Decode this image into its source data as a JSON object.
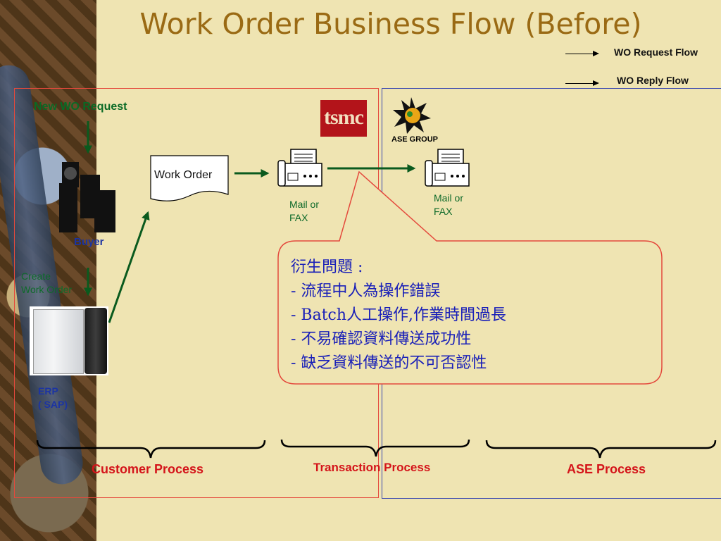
{
  "title": "Work Order Business Flow (Before)",
  "legend": {
    "request": "WO Request Flow",
    "reply": "WO Reply Flow"
  },
  "labels": {
    "new_wo_request": "New WO Request",
    "buyer": "Buyer",
    "create_work_order": [
      "Create",
      "Work Order"
    ],
    "erp": [
      "ERP",
      "( SAP)"
    ],
    "work_order": "Work Order",
    "mail_fax_1": [
      "Mail or",
      "FAX"
    ],
    "mail_fax_2": [
      "Mail or",
      "FAX"
    ],
    "tsmc": "tsmc",
    "ase_group": "ASE GROUP"
  },
  "callout": {
    "heading": "衍生問題 :",
    "items": [
      "- 流程中人為操作錯誤",
      "- Batch人工操作,作業時間過長",
      "- 不易確認資料傳送成功性",
      "- 缺乏資料傳送的不可否認性"
    ]
  },
  "processes": {
    "customer": "Customer Process",
    "transaction": "Transaction Process",
    "ase": "ASE Process"
  },
  "colors": {
    "background": "#efe4b2",
    "title": "#9a6a14",
    "arrow_green": "#0a5a1e",
    "customer_box": "#e4493c",
    "ase_box": "#3b48b0",
    "callout_border": "#e4493c",
    "callout_text": "#1a20b8",
    "process_label": "#d4141a"
  },
  "icons": [
    "fax-machine-icon",
    "buyer-people-icon",
    "erp-server-icon",
    "tsmc-logo",
    "ase-group-logo"
  ]
}
